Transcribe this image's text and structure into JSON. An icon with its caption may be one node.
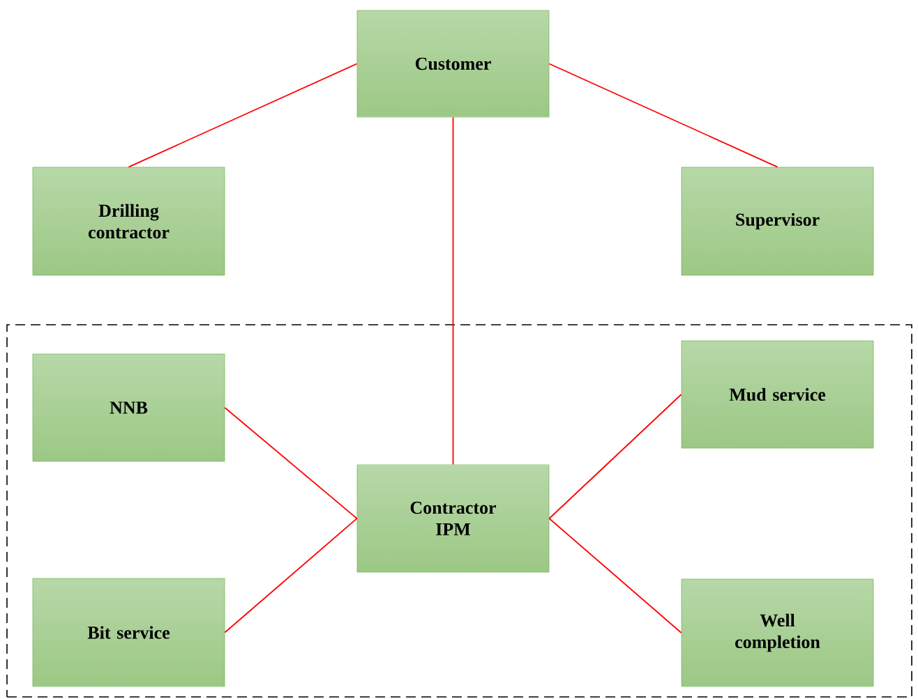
{
  "diagram": {
    "nodes": [
      {
        "text": [
          "Customer"
        ]
      },
      {
        "text": [
          "Drilling contractor"
        ]
      },
      {
        "text": [
          "Supervisor"
        ]
      },
      {
        "text": [],
        "shape": "box"
      },
      {
        "text": [
          "NNB"
        ],
        "in": 3
      },
      {
        "text": [
          "Mud service"
        ],
        "in": 3
      },
      {
        "text": [
          "Contractor IPM"
        ],
        "in": 3
      },
      {
        "text": [
          "Bit service"
        ],
        "in": 3
      },
      {
        "text": [
          "Well completion"
        ],
        "in": 3
      }
    ],
    "edges": [
      {
        "from": 0,
        "to": 1,
        "arrow": "none"
      },
      {
        "from": 0,
        "to": 2,
        "arrow": "none"
      },
      {
        "from": 0,
        "to": 6,
        "arrow": "none"
      },
      {
        "from": 4,
        "to": 6,
        "arrow": "none"
      },
      {
        "from": 7,
        "to": 6,
        "arrow": "none"
      },
      {
        "from": 5,
        "to": 6,
        "arrow": "none"
      },
      {
        "from": 8,
        "to": 6,
        "arrow": "none"
      }
    ]
  }
}
